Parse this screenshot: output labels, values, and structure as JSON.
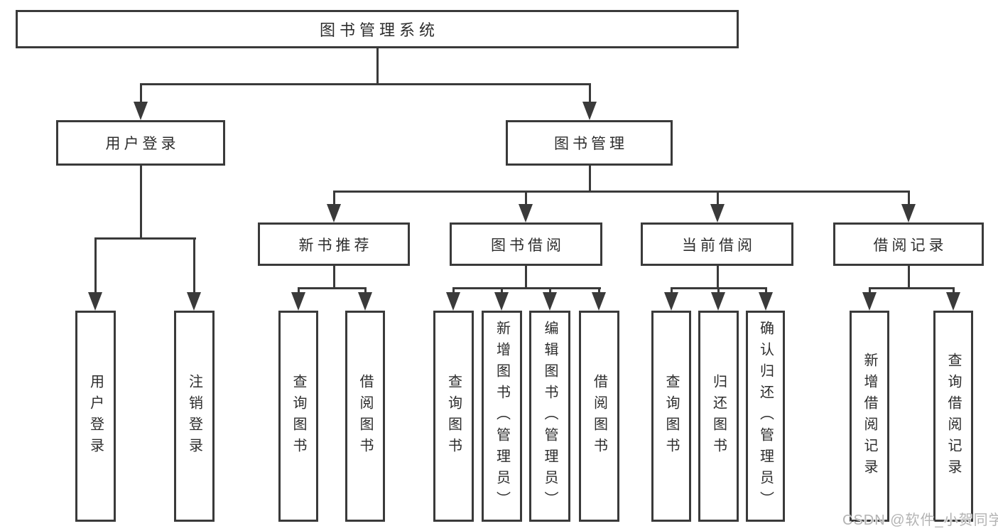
{
  "diagram": {
    "root": {
      "label": "图书管理系统"
    },
    "level2": [
      {
        "label": "用户登录"
      },
      {
        "label": "图书管理"
      }
    ],
    "level3": [
      {
        "label": "新书推荐",
        "parent": "图书管理"
      },
      {
        "label": "图书借阅",
        "parent": "图书管理"
      },
      {
        "label": "当前借阅",
        "parent": "图书管理"
      },
      {
        "label": "借阅记录",
        "parent": "图书管理"
      }
    ],
    "leaves": [
      {
        "label": "用户登录",
        "parent": "用户登录"
      },
      {
        "label": "注销登录",
        "parent": "用户登录"
      },
      {
        "label": "查询图书",
        "parent": "新书推荐"
      },
      {
        "label": "借阅图书",
        "parent": "新书推荐"
      },
      {
        "label": "查询图书",
        "parent": "图书借阅"
      },
      {
        "label": "新增图书（管理员）",
        "parent": "图书借阅"
      },
      {
        "label": "编辑图书（管理员）",
        "parent": "图书借阅"
      },
      {
        "label": "借阅图书",
        "parent": "图书借阅"
      },
      {
        "label": "查询图书",
        "parent": "当前借阅"
      },
      {
        "label": "归还图书",
        "parent": "当前借阅"
      },
      {
        "label": "确认归还（管理员）",
        "parent": "当前借阅"
      },
      {
        "label": "新增借阅记录",
        "parent": "借阅记录"
      },
      {
        "label": "查询借阅记录",
        "parent": "借阅记录"
      }
    ],
    "colors": {
      "line": "#3a3a3a",
      "text": "#2d2d2d",
      "background": "#ffffff",
      "watermark": "#b3b3b3"
    }
  },
  "watermark": {
    "text": "CSDN @软件_小贺同学"
  }
}
